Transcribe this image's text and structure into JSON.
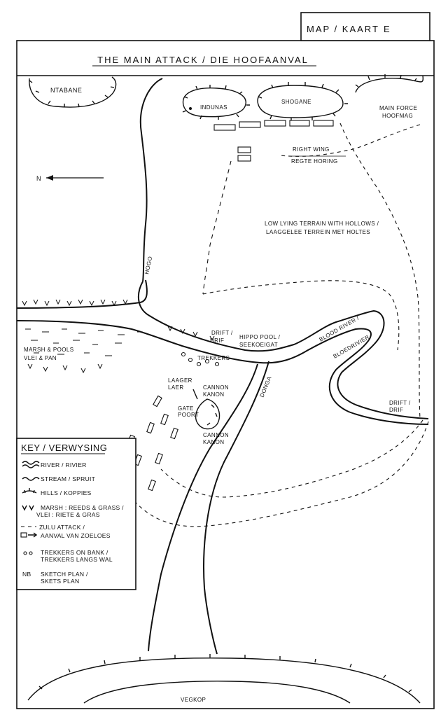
{
  "header": {
    "map_label": "MAP / KAART",
    "map_letter": "E"
  },
  "title": "THE MAIN ATTACK / DIE HOOFAANVAL",
  "labels": {
    "ntabane": "NTABANE",
    "indunas": "INDUNAS",
    "shogane": "SHOGANE",
    "main_force_1": "MAIN FORCE",
    "main_force_2": "HOOFMAG",
    "right_wing_1": "RIGHT WING",
    "right_wing_2": "REGTE HORING",
    "north": "N",
    "terrain_1": "LOW LYING TERRAIN WITH HOLLOWS /",
    "terrain_2": "LAAGGELEE TERREIN MET HOLTES",
    "hogo": "HOGO",
    "drift_1": "DRIFT /",
    "drift_2": "DRIF",
    "hippo_1": "HIPPO POOL /",
    "hippo_2": "SEEKOEIGAT",
    "blood_river": "BLOOD RIVER /",
    "bloedrivier": "BLOEDRIVIER",
    "marsh_1": "MARSH & POOLS",
    "marsh_2": "VLEI & PAN",
    "trekkers": "TREKKERS",
    "laager_1": "LAAGER",
    "laager_2": "LAER",
    "cannon_top_1": "CANNON",
    "cannon_top_2": "KANON",
    "gate_1": "GATE",
    "gate_2": "POORT",
    "cannon_bot_1": "CANNON",
    "cannon_bot_2": "KANON",
    "donga": "DONGA",
    "drift_right_1": "DRIFT /",
    "drift_right_2": "DRIF",
    "vegkop": "VEGKOP"
  },
  "key": {
    "title": "KEY / VERWYSING",
    "items": [
      {
        "icon": "river-icon",
        "lines": [
          "RIVER / RIVIER"
        ]
      },
      {
        "icon": "stream-icon",
        "lines": [
          "STREAM / SPRUIT"
        ]
      },
      {
        "icon": "hills-icon",
        "lines": [
          "HILLS / KOPPIES"
        ]
      },
      {
        "icon": "marsh-icon",
        "lines": [
          "MARSH : REEDS & GRASS /",
          "VLEI : RIETE  &  GRAS"
        ]
      },
      {
        "icon": "zulu-attack-icon",
        "lines": [
          "ZULU ATTACK /",
          "AANVAL VAN ZOELOES"
        ]
      },
      {
        "icon": "trekkers-icon",
        "lines": [
          "TREKKERS ON BANK /",
          "TREKKERS LANGS WAL"
        ]
      },
      {
        "icon": "nb-icon",
        "prefix": "NB",
        "lines": [
          "SKETCH PLAN /",
          "SKETS PLAN"
        ]
      }
    ]
  }
}
